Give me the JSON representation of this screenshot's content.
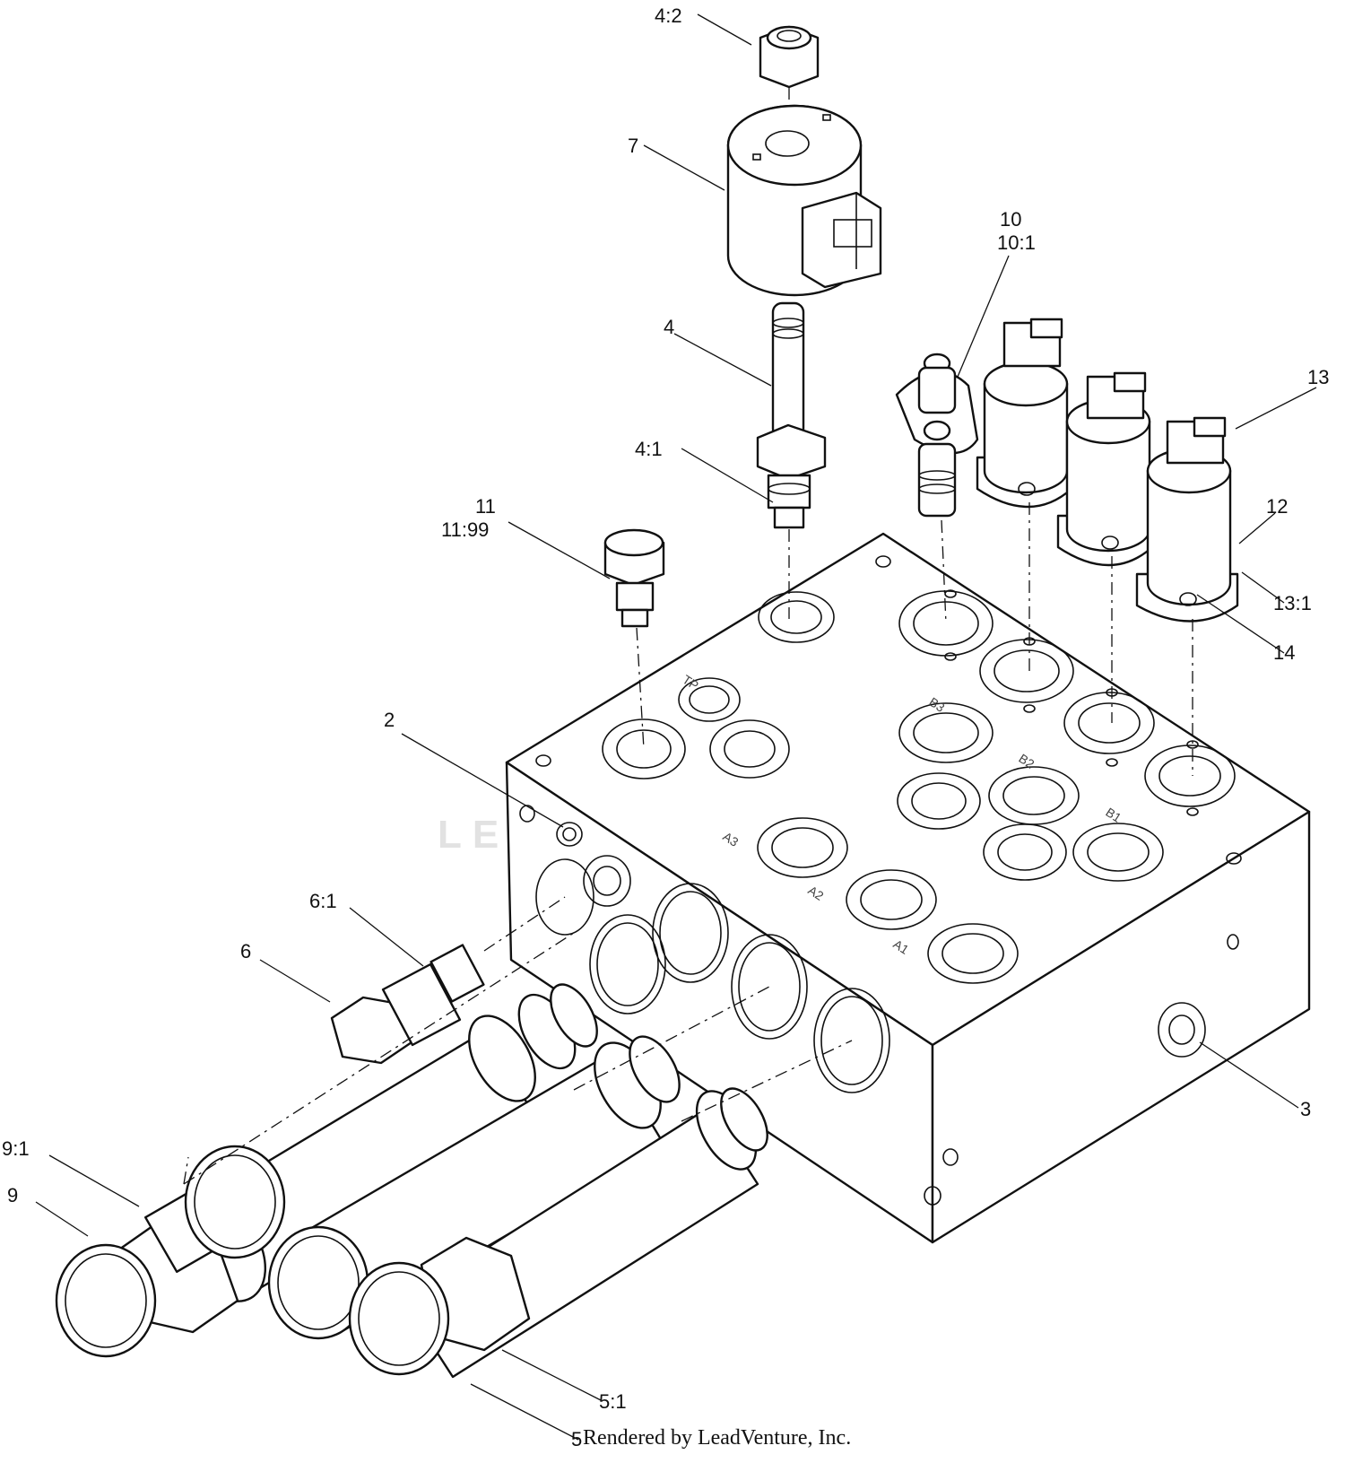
{
  "watermark": "LEADVENTURE",
  "credit": "Rendered by LeadVenture, Inc.",
  "port_labels": [
    "TP",
    "B3",
    "B2",
    "B1",
    "A3",
    "A2",
    "A1"
  ],
  "callouts": {
    "c4_2": "4:2",
    "c7": "7",
    "c4": "4",
    "c4_1": "4:1",
    "c10": "10",
    "c10_1": "10:1",
    "c11": "11",
    "c11_99": "11:99",
    "c13": "13",
    "c12": "12",
    "c13_1": "13:1",
    "c14": "14",
    "c2": "2",
    "c6_1": "6:1",
    "c6": "6",
    "c3": "3",
    "c9_1": "9:1",
    "c9": "9",
    "c5_1": "5:1",
    "c5": "5"
  }
}
